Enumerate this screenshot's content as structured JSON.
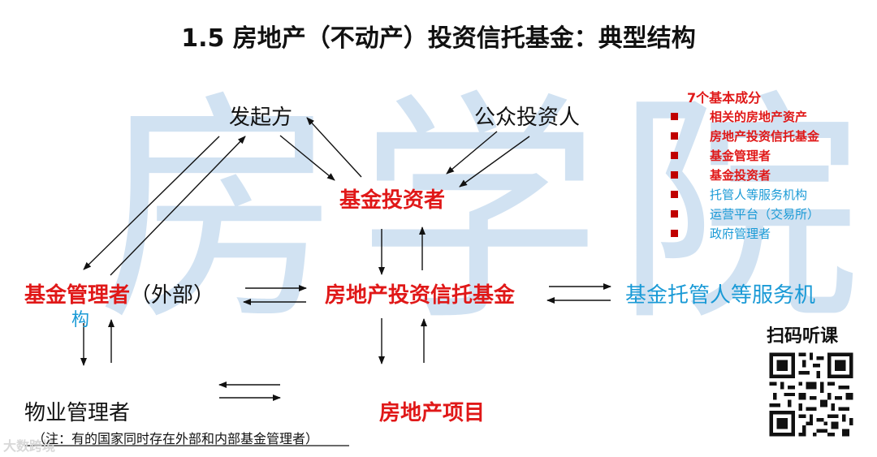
{
  "title": "1.5 房地产（不动产）投资信托基金：典型结构",
  "watermark": "房学院",
  "nodes": {
    "initiator": "发起方",
    "public_investors": "公众投资人",
    "fund_investors": "基金投资者",
    "fund_manager": "基金管理者",
    "fund_manager_suffix": "（外部）",
    "reit": "房地产投资信托基金",
    "custodian_line1": "基金托管人等服务机",
    "custodian_line2": "构",
    "property_manager": "物业管理者",
    "real_estate_project": "房地产项目"
  },
  "legend": {
    "heading": "7个基本成分",
    "items": [
      {
        "label": "相关的房地产资产",
        "color": "#e01818"
      },
      {
        "label": "房地产投资信托基金",
        "color": "#e01818"
      },
      {
        "label": "基金管理者",
        "color": "#e01818"
      },
      {
        "label": "基金投资者",
        "color": "#e01818"
      },
      {
        "label": "托管人等服务机构",
        "color": "#1a9ad6"
      },
      {
        "label": "运营平台（交易所）",
        "color": "#1a9ad6"
      },
      {
        "label": "政府管理者",
        "color": "#1a9ad6"
      }
    ]
  },
  "qr": {
    "label": "扫码听课"
  },
  "note": "（注：有的国家同时存在外部和内部基金管理者）",
  "brand": "大数跨境",
  "colors": {
    "red": "#e01818",
    "blue": "#1a9ad6",
    "watermark": "#c9ddf0"
  }
}
